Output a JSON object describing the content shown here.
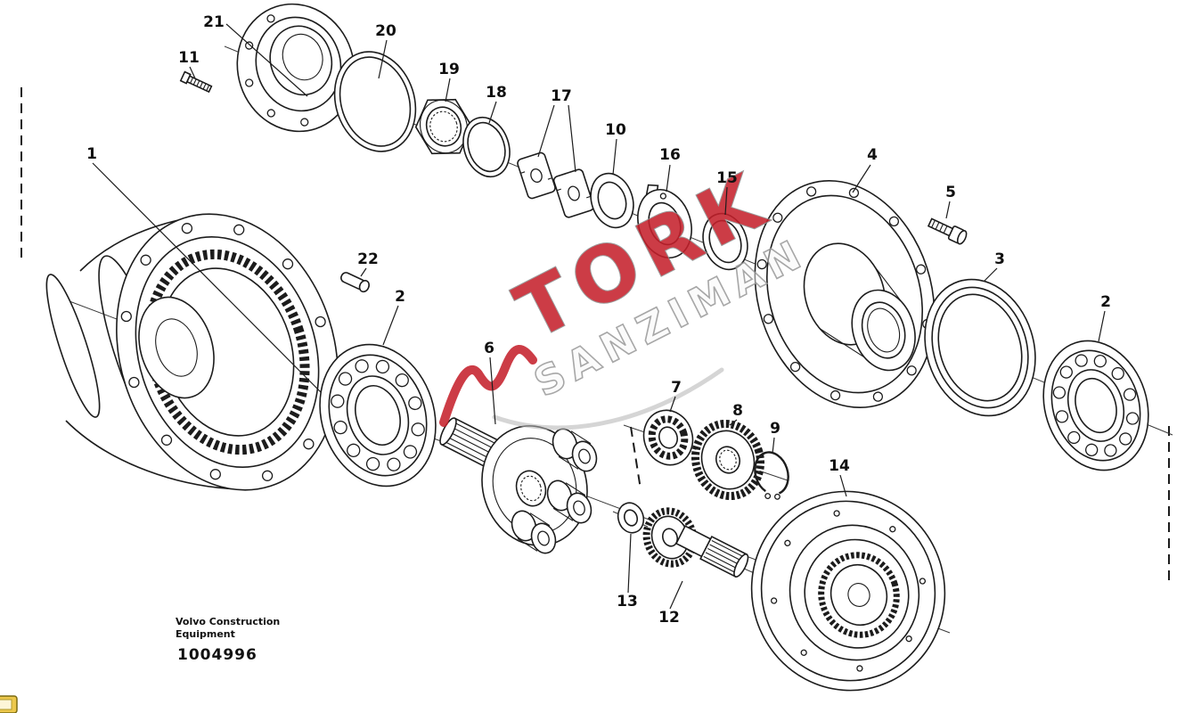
{
  "diagram": {
    "publisher_line1": "Volvo Construction",
    "publisher_line2": "Equipment",
    "figure_number": "1004996"
  },
  "watermark": {
    "brand": "TORK",
    "sub": "SANZIMAN"
  },
  "colors": {
    "line": "#1c1c1c",
    "watermark_red": "#c5202b",
    "watermark_gray": "#9a9a9a",
    "corner_icon_yellow": "#edc84c"
  },
  "callouts": {
    "c1": {
      "label": "1"
    },
    "c2_left": {
      "label": "2"
    },
    "c2_right": {
      "label": "2"
    },
    "c3": {
      "label": "3"
    },
    "c4": {
      "label": "4"
    },
    "c5": {
      "label": "5"
    },
    "c6": {
      "label": "6"
    },
    "c7": {
      "label": "7"
    },
    "c8": {
      "label": "8"
    },
    "c9": {
      "label": "9"
    },
    "c10": {
      "label": "10"
    },
    "c11": {
      "label": "11"
    },
    "c12": {
      "label": "12"
    },
    "c13": {
      "label": "13"
    },
    "c14": {
      "label": "14"
    },
    "c15": {
      "label": "15"
    },
    "c16": {
      "label": "16"
    },
    "c17": {
      "label": "17"
    },
    "c18": {
      "label": "18"
    },
    "c19": {
      "label": "19"
    },
    "c20": {
      "label": "20"
    },
    "c21": {
      "label": "21"
    },
    "c22": {
      "label": "22"
    }
  }
}
